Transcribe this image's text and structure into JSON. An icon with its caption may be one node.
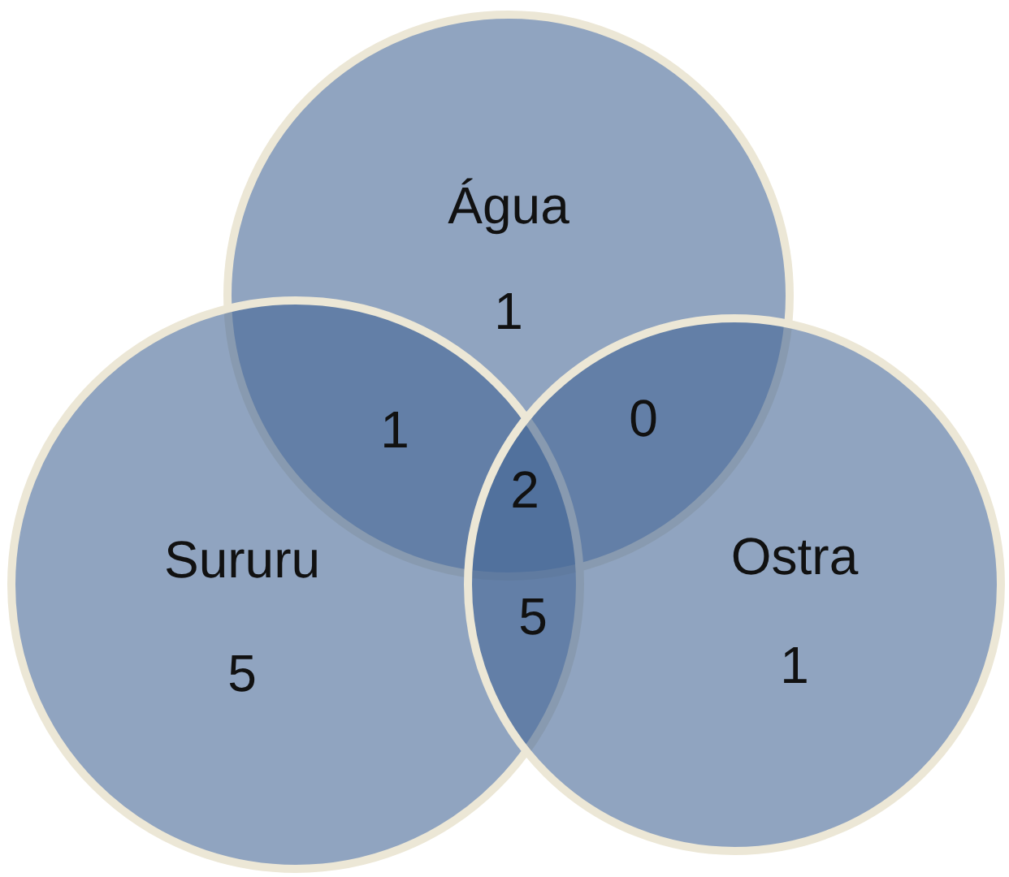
{
  "diagram": {
    "nodes": [
      {
        "text": [
          "Água",
          "1"
        ]
      },
      {
        "text": [
          "Sururu",
          "5"
        ]
      },
      {
        "text": [
          "Ostra",
          "1"
        ]
      }
    ],
    "labels": [
      "1",
      "0",
      "2",
      "5"
    ]
  }
}
